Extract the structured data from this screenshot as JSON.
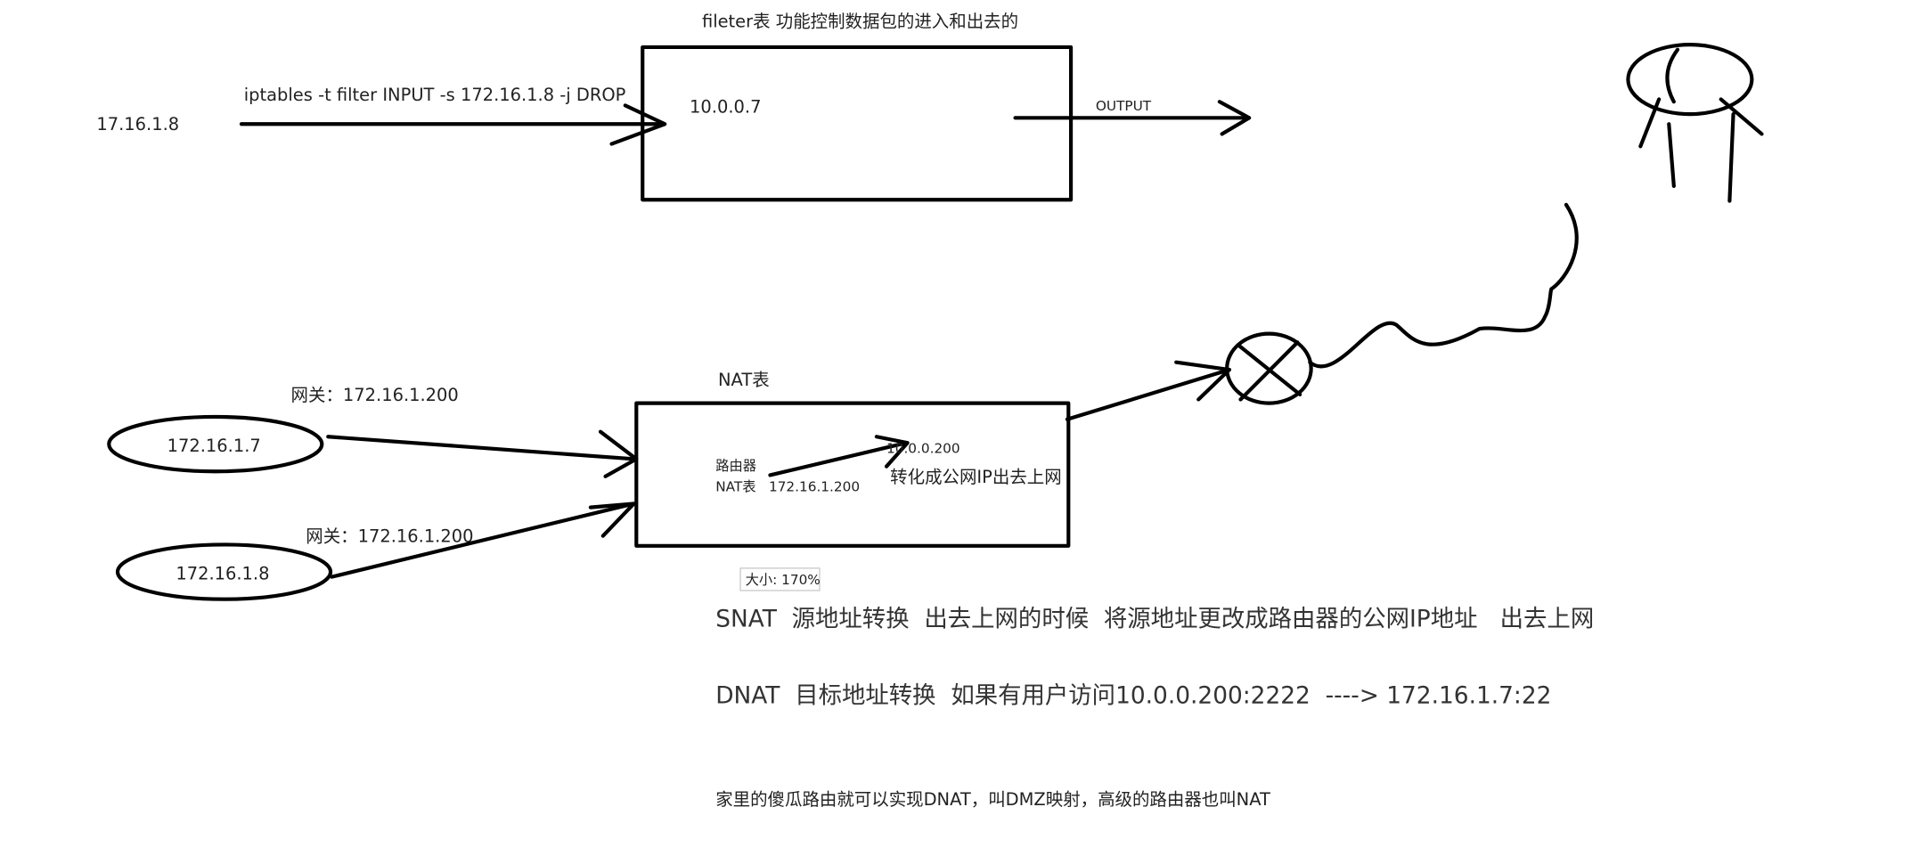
{
  "filter": {
    "title": "fileter表  功能控制数据包的进入和出去的",
    "source_ip": "17.16.1.8",
    "command": "iptables -t filter INPUT -s 172.16.1.8 -j DROP",
    "host_ip": "10.0.0.7",
    "output_label": "OUTPUT"
  },
  "nat": {
    "title": "NAT表",
    "gateway_label_1": "网关：172.16.1.200",
    "gateway_label_2": "网关：172.16.1.200",
    "client_1": "172.16.1.7",
    "client_2": "172.16.1.8",
    "router_label": "路由器",
    "nat_label": "NAT表",
    "inner_ip": "172.16.1.200",
    "public_ip": "10.0.0.200",
    "convert_text": "转化成公网IP出去上网"
  },
  "zoom_tooltip": "大小: 170%",
  "notes": {
    "snat": "SNAT  源地址转换  出去上网的时候  将源地址更改成路由器的公网IP地址   出去上网",
    "dnat": "DNAT  目标地址转换  如果有用户访问10.0.0.200:2222  ----> 172.16.1.7:22",
    "home": "家里的傻瓜路由就可以实现DNAT，叫DMZ映射，高级的路由器也叫NAT"
  }
}
